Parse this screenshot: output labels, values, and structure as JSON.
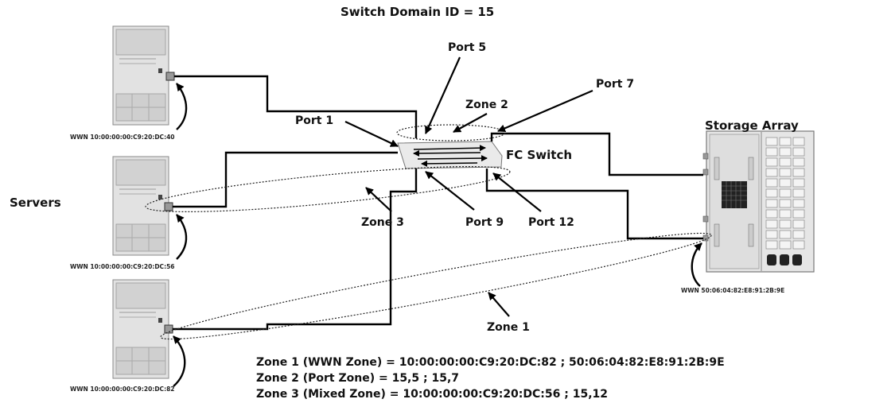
{
  "title": "Switch Domain ID = 15",
  "servers_label": "Servers",
  "storage_label": "Storage Array",
  "switch_label": "FC Switch",
  "ports": {
    "port1": "Port 1",
    "port5": "Port 5",
    "port7": "Port 7",
    "port9": "Port 9",
    "port12": "Port 12"
  },
  "zones": {
    "zone1": "Zone 1",
    "zone2": "Zone 2",
    "zone3": "Zone 3"
  },
  "wwn": {
    "server1": "WWN 10:00:00:00:C9:20:DC:40",
    "server2": "WWN 10:00:00:00:C9:20:DC:56",
    "server3": "WWN 10:00:00:00:C9:20:DC:82",
    "storage": "WWN 50:06:04:82:E8:91:2B:9E"
  },
  "legend": [
    "Zone 1 (WWN Zone) = 10:00:00:00:C9:20:DC:82 ;  50:06:04:82:E8:91:2B:9E",
    "Zone 2 (Port Zone) = 15,5 ; 15,7",
    "Zone 3 (Mixed Zone) = 10:00:00:00:C9:20:DC:56 ; 15,12"
  ]
}
